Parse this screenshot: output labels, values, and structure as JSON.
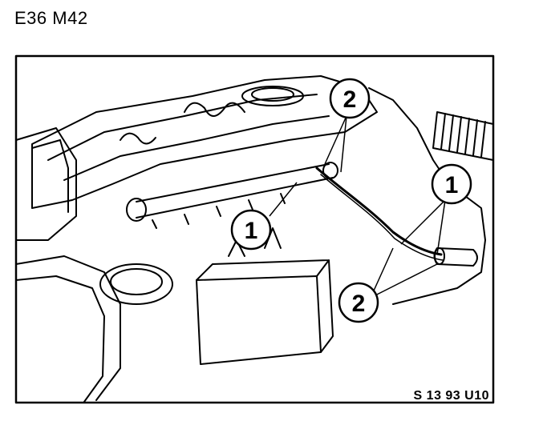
{
  "header": {
    "title": "E36 M42"
  },
  "diagram": {
    "callouts": [
      "2",
      "1",
      "1",
      "2"
    ],
    "reference_code": "S 13 93 U10"
  },
  "colors": {
    "ink": "#000000",
    "paper": "#ffffff"
  }
}
